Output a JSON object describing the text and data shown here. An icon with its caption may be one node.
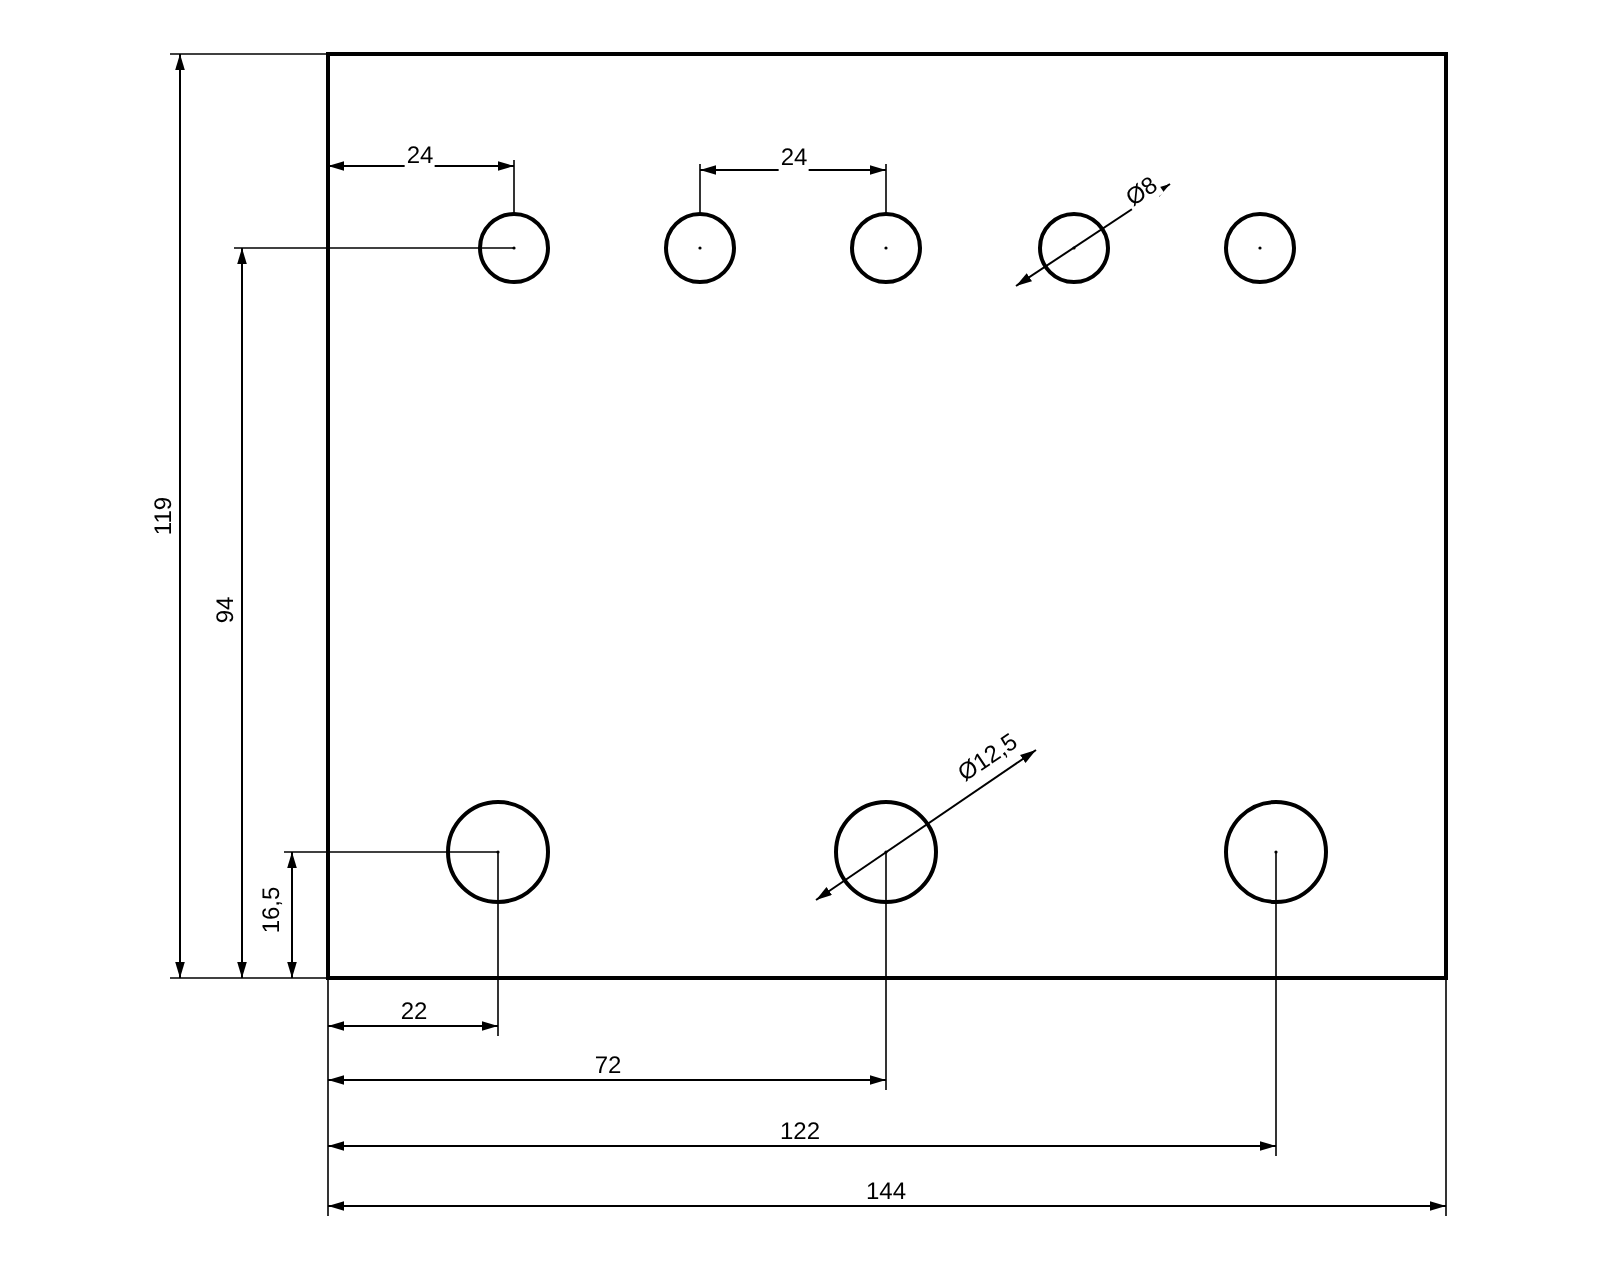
{
  "diagram": {
    "labels": [
      "24",
      "24",
      "Ø8",
      "119",
      "94",
      "Ø12,5",
      "16,5",
      "22",
      "72",
      "122",
      "144"
    ]
  }
}
